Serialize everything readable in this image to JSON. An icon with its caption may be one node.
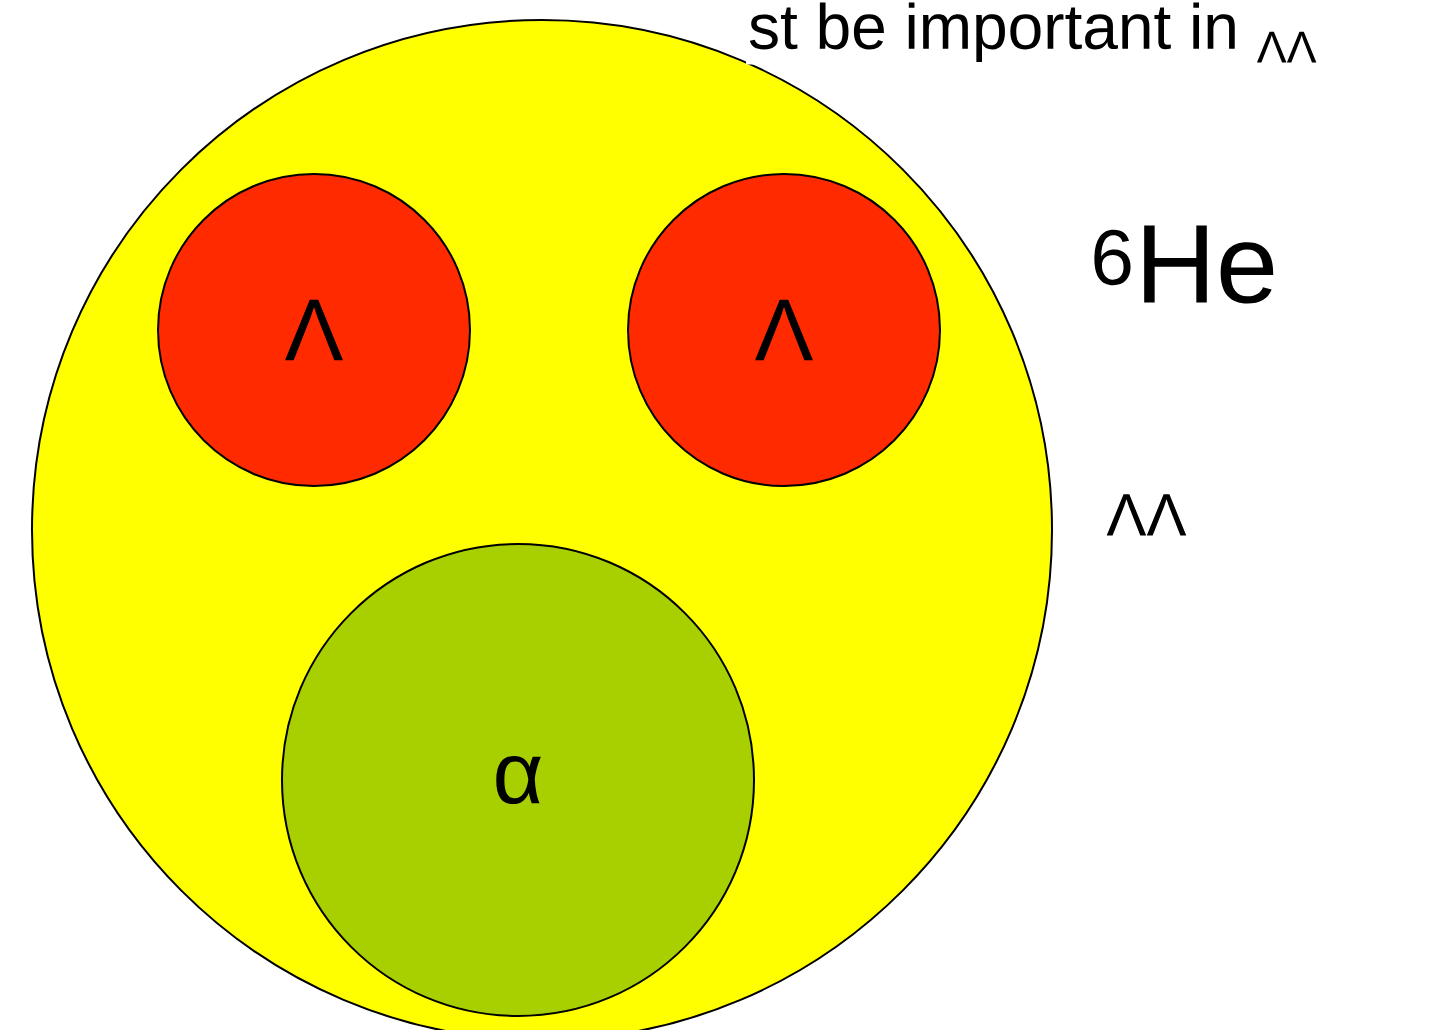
{
  "diagram": {
    "title": "st be important in $_{ΛΛ}$",
    "nodes": [
      {
        "text": [],
        "shape": "circle"
      },
      {
        "text": [
          "Λ"
        ],
        "in": 0
      },
      {
        "text": [
          "Λ"
        ],
        "in": 0
      },
      {
        "text": [
          "α"
        ],
        "in": 0
      }
    ],
    "labels": [
      "$^{6}$He",
      "ΛΛ"
    ]
  }
}
